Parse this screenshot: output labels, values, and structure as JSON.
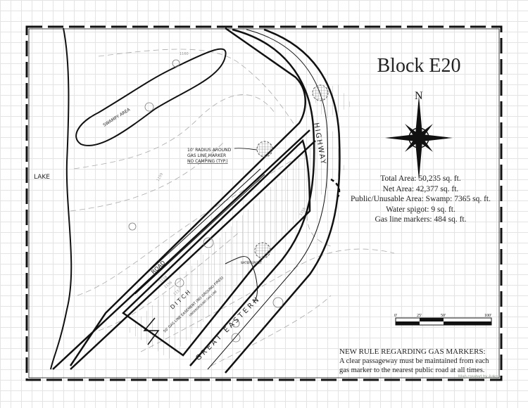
{
  "title": "Block E20",
  "compass": {
    "north_label": "N",
    "icon": "compass-rose-icon"
  },
  "stats": [
    "Total Area:  50,235 sq. ft.",
    "Net Area: 42,377 sq. ft.",
    "Public/Unusable Area: Swamp: 7365 sq. ft.",
    "Water spigot: 9 sq. ft.",
    "Gas line markers: 484 sq. ft."
  ],
  "scale_bar": {
    "ticks": [
      "0'",
      "25'",
      "50'",
      "100'"
    ]
  },
  "rule": {
    "heading": "NEW RULE REGARDING GAS MARKERS:",
    "line1": "A clear passageway must be maintained from each",
    "line2": "gas marker to the nearest public road at all times."
  },
  "credit": "Map created by Aako",
  "labels": {
    "lake": "LAKE",
    "swampy_area": "SWAMPY AREA",
    "road": "ROAD",
    "highway": "HIGHWAY",
    "ditch": "D I T C H",
    "great_eastern": "G R E A T   E A S T E R N",
    "gas_easement": "50' GAS LINE EASEMENT (NO GROUND FIRES)",
    "underground_gas": "UNDERGROUND GAS LINE",
    "water_spigot": "WATER SPIGOT",
    "marker_note_1": "10' RADIUS AROUND",
    "marker_note_2": "GAS LINE MARKER",
    "marker_note_3": "NO CAMPING (TYP.)",
    "contours": [
      "1160",
      "1159",
      "1158",
      "1157",
      "1156",
      "1155"
    ]
  },
  "colors": {
    "ink": "#111111",
    "grid": "#e4e4e4",
    "contour": "#999999"
  }
}
